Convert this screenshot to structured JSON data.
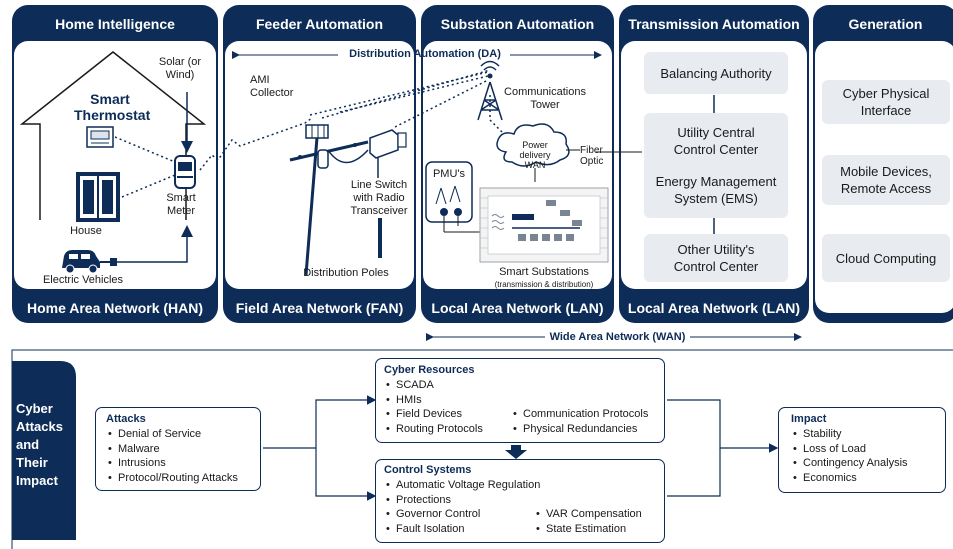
{
  "columns": [
    {
      "title": "Home Intelligence",
      "footer": "Home Area  Network (HAN)"
    },
    {
      "title": "Feeder Automation",
      "footer": "Field Area Network (FAN)"
    },
    {
      "title": "Substation Automation",
      "footer": "Local Area Network (LAN)"
    },
    {
      "title": "Transmission Automation",
      "footer": "Local Area Network (LAN)"
    },
    {
      "title": "Generation",
      "footer": ""
    }
  ],
  "banners": {
    "da": "Distribution Automation (DA)",
    "wan": "Wide Area Network (WAN)"
  },
  "home": {
    "smart_thermostat": "Smart Thermostat",
    "solar": "Solar (or Wind)",
    "smart_meter": "Smart Meter",
    "house": "House",
    "electric_vehicles": "Electric Vehicles"
  },
  "feeder": {
    "ami_collector": "AMI Collector",
    "line_switch": "Line Switch with Radio Transceiver",
    "distribution_poles": "Distribution Poles"
  },
  "substation": {
    "communications_tower": "Communications Tower",
    "power_delivery_wan": "Power delivery WAN",
    "fiber_optic": "Fiber Optic",
    "pmus": "PMU's",
    "smart_substations": "Smart Substations",
    "smart_substations_sub": "(transmission & distribution)"
  },
  "transmission": {
    "balancing_authority": "Balancing Authority",
    "utility_ccc": "Utility Central Control Center",
    "ems": "Energy Management System (EMS)",
    "other_utility": "Other Utility's Control Center"
  },
  "generation": {
    "cyber_physical": "Cyber Physical Interface",
    "mobile": "Mobile Devices, Remote Access",
    "cloud": "Cloud Computing"
  },
  "bottom": {
    "section_label": "Cyber Attacks and Their Impact",
    "attacks": {
      "title": "Attacks",
      "items": [
        "Denial of Service",
        "Malware",
        "Intrusions",
        "Protocol/Routing Attacks"
      ]
    },
    "cyber_resources": {
      "title": "Cyber Resources",
      "items_left": [
        "SCADA",
        "HMIs",
        "Field Devices",
        "Routing Protocols"
      ],
      "items_right": [
        "Communication Protocols",
        "Physical Redundancies"
      ]
    },
    "control_systems": {
      "title": "Control Systems",
      "items_left": [
        "Automatic Voltage Regulation",
        "Protections",
        "Governor Control",
        "Fault Isolation"
      ],
      "items_right": [
        "VAR Compensation",
        "State Estimation"
      ]
    },
    "impact": {
      "title": "Impact",
      "items": [
        "Stability",
        "Loss of Load",
        "Contingency Analysis",
        "Economics"
      ]
    }
  },
  "colors": {
    "navy": "#0d2c57",
    "panel_gray": "#e8ebf0"
  },
  "icons": [
    "thermostat-icon",
    "smart-meter-icon",
    "house-icon",
    "electric-vehicle-icon",
    "utility-pole-icon",
    "line-switch-icon",
    "communications-tower-icon",
    "cloud-wan-icon",
    "pmu-icon",
    "substation-icon"
  ]
}
